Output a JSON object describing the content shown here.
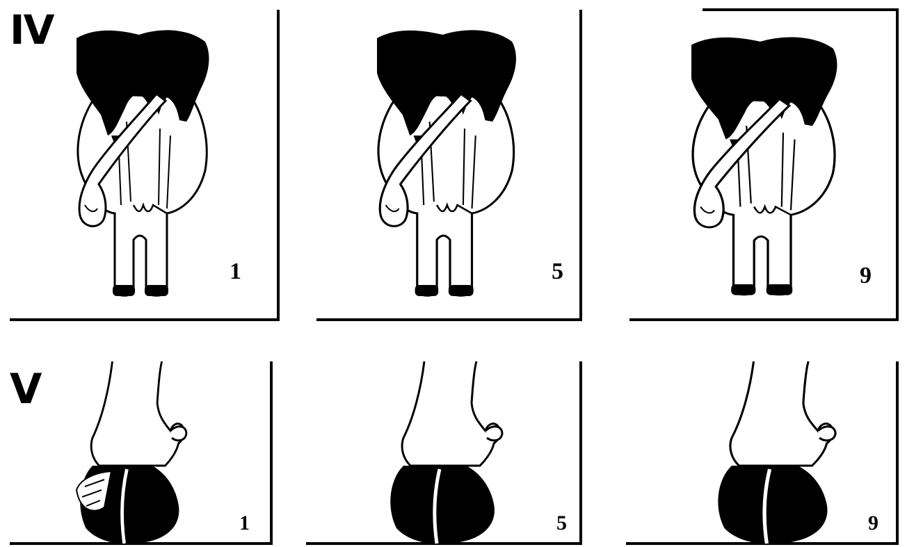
{
  "rows": [
    {
      "label": "IV",
      "subject": "udder",
      "panels": [
        {
          "score": "1"
        },
        {
          "score": "5"
        },
        {
          "score": "9"
        }
      ]
    },
    {
      "label": "V",
      "subject": "hoof",
      "panels": [
        {
          "score": "1"
        },
        {
          "score": "5"
        },
        {
          "score": "9"
        }
      ]
    }
  ],
  "colors": {
    "ink": "#000000",
    "paper": "#ffffff"
  }
}
